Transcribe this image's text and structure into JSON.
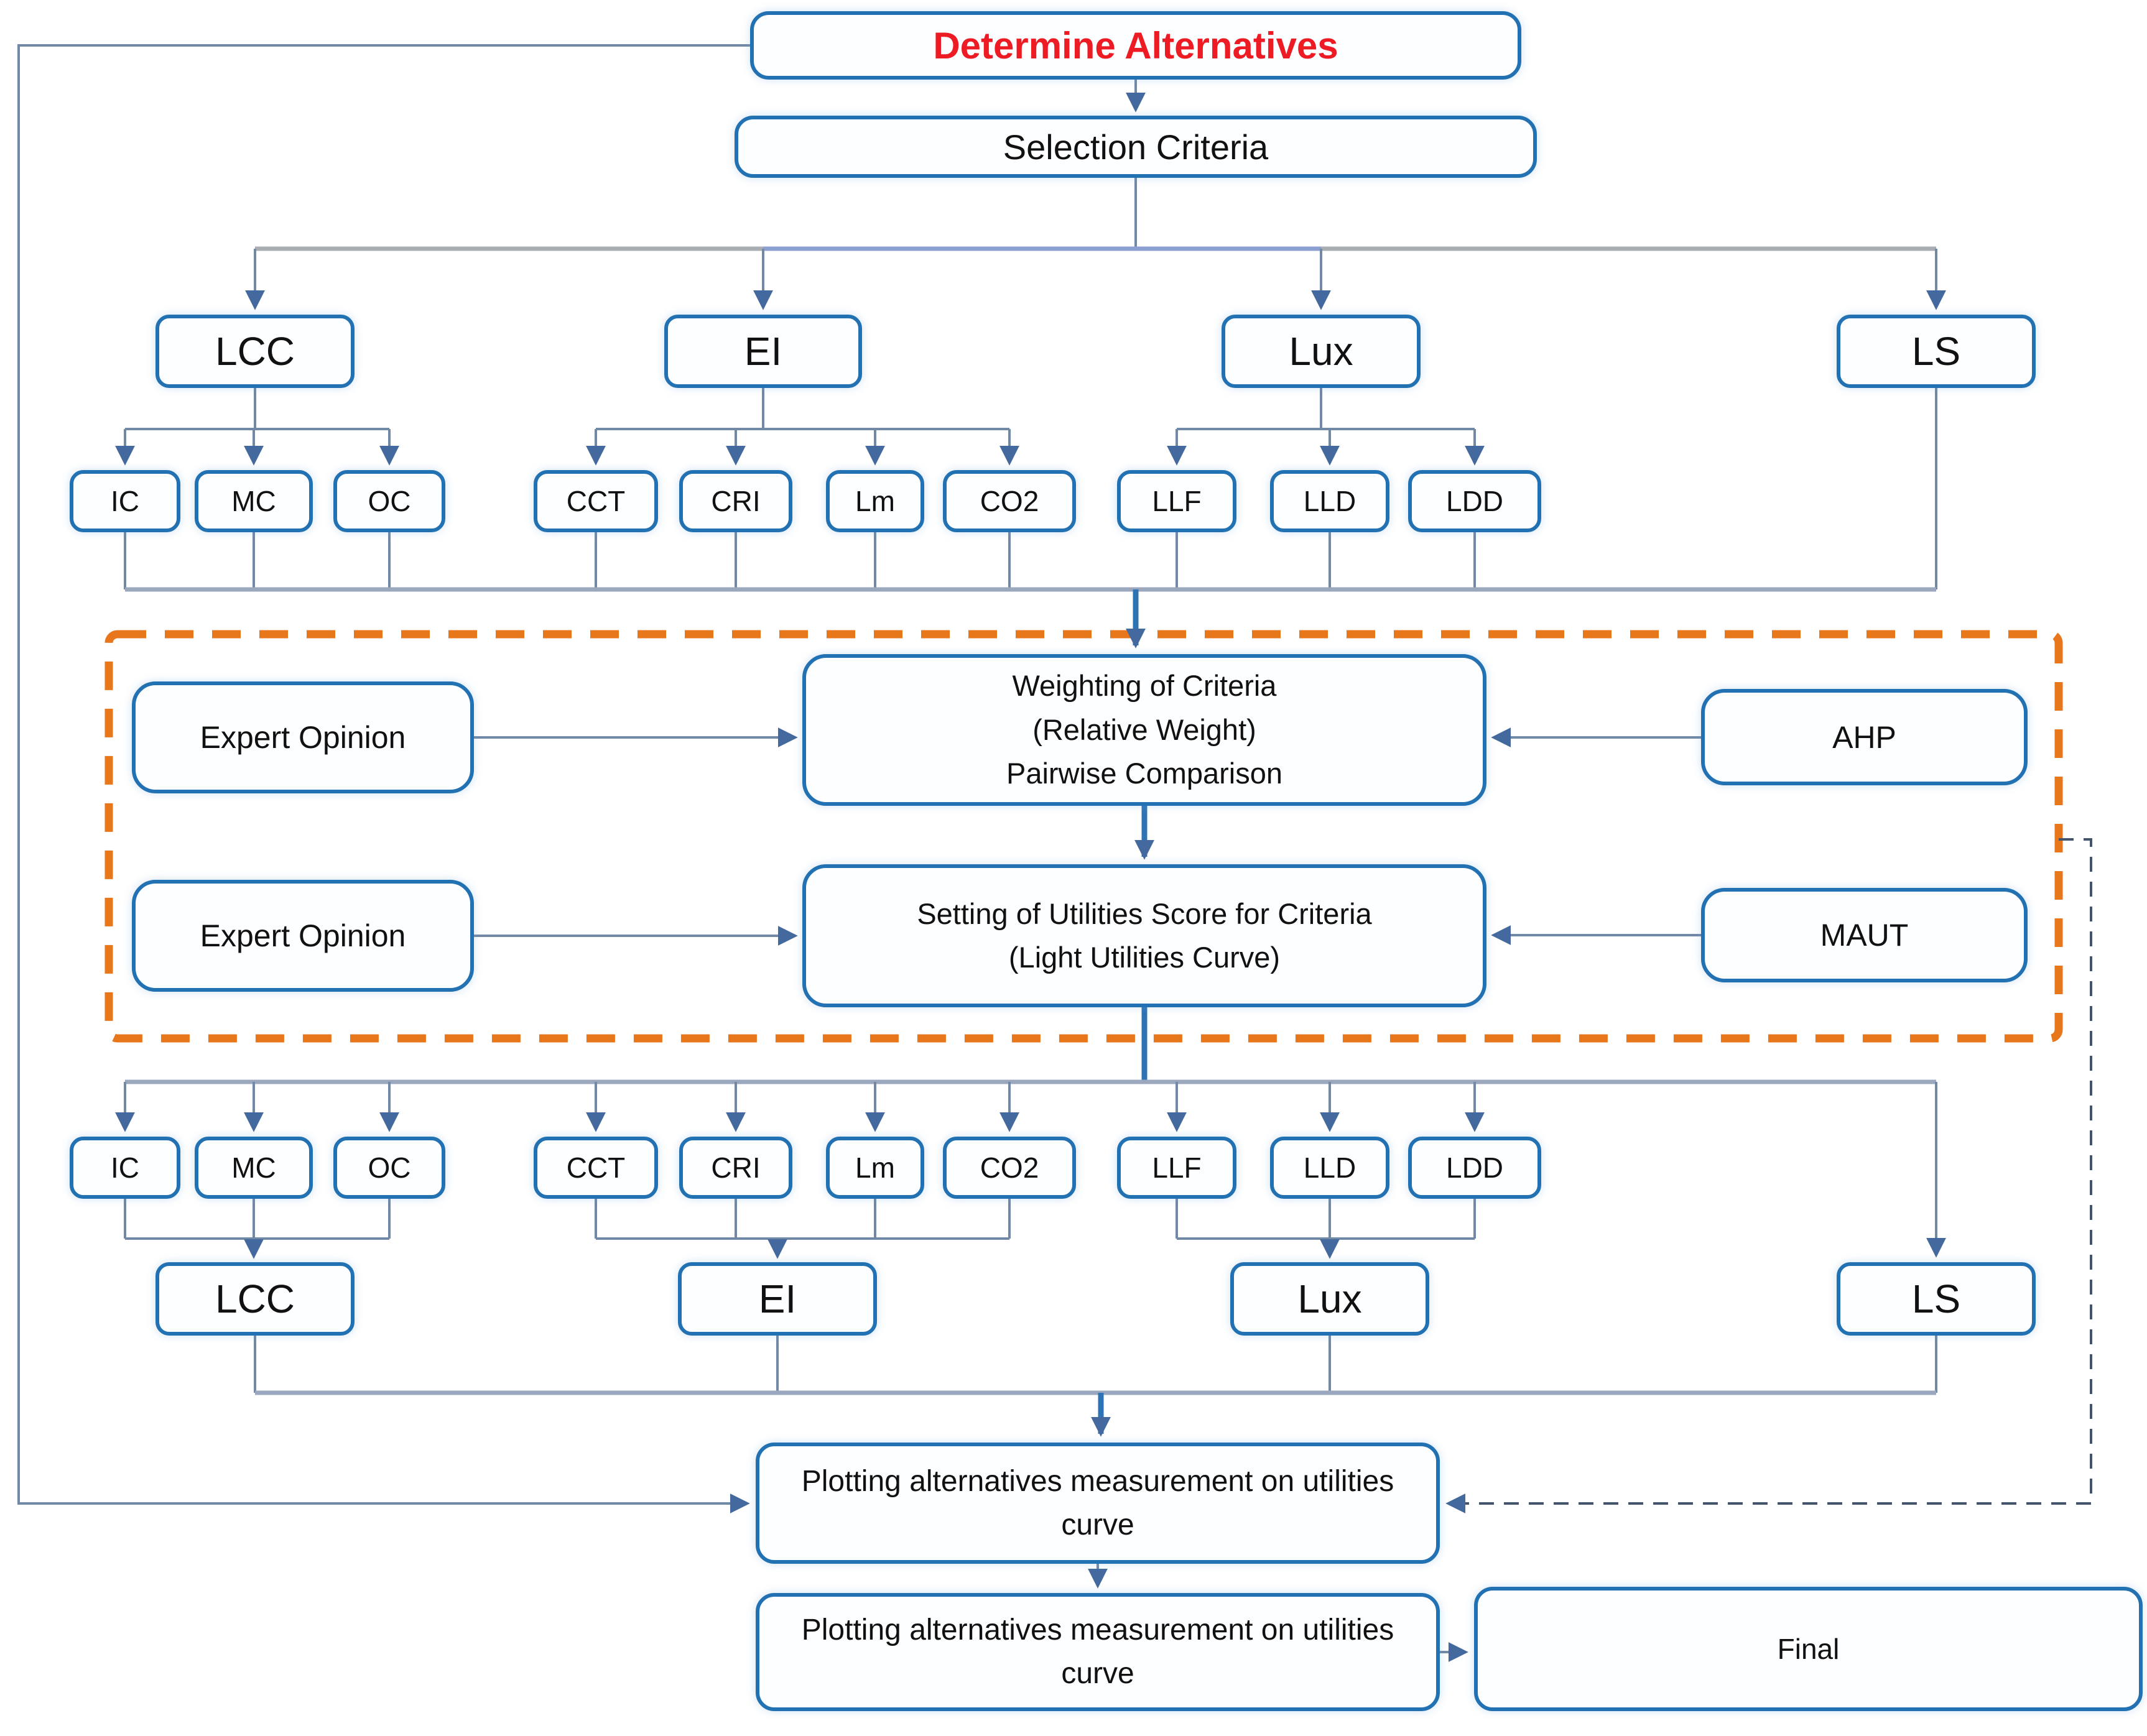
{
  "diagram": {
    "start": "Determine Alternatives",
    "selection": "Selection Criteria",
    "criteria": {
      "lcc": "LCC",
      "ei": "EI",
      "lux": "Lux",
      "ls": "LS"
    },
    "subcriteria": {
      "ic": "IC",
      "mc": "MC",
      "oc": "OC",
      "cct": "CCT",
      "cri": "CRI",
      "lm": "Lm",
      "co2": "CO2",
      "llf": "LLF",
      "lld": "LLD",
      "ldd": "LDD"
    },
    "weighting_section": {
      "expert_opinion_top": "Expert Opinion",
      "weighting_of_criteria": "Weighting of Criteria\n(Relative Weight)\nPairwise Comparison",
      "ahp": "AHP",
      "expert_opinion_bottom": "Expert Opinion",
      "setting_of_utilities": "Setting of Utilities Score for Criteria\n(Light Utilities Curve)",
      "maut": "MAUT"
    },
    "results": {
      "plotting_top": "Plotting alternatives measurement on utilities curve",
      "plotting_bottom": "Plotting alternatives measurement on utilities curve",
      "final": "Final"
    },
    "colors": {
      "box_border": "#2271b3",
      "start_text": "#ed1c24",
      "text": "#111111",
      "connector": "#7289a6",
      "bus_gray": "#a9adb4",
      "bus_blue": "#8c9ed2",
      "strong_blue": "#2e74b5",
      "arrowhead": "#44699e",
      "dashed_frame": "#e8761b",
      "dashed_feedback": "#44546a"
    }
  }
}
